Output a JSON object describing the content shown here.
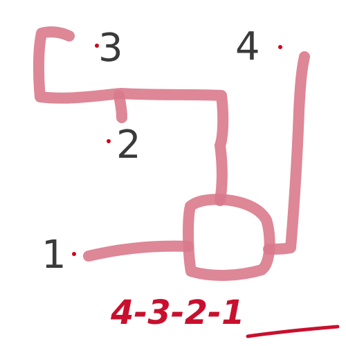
{
  "puzzle": {
    "nodes": [
      {
        "id": "node-1",
        "label": "1"
      },
      {
        "id": "node-2",
        "label": "2"
      },
      {
        "id": "node-3",
        "label": "3"
      },
      {
        "id": "node-4",
        "label": "4"
      }
    ],
    "answer": "4-3-2-1",
    "colors": {
      "path": "#d97a8c",
      "dot": "#d0021b",
      "label": "#3a3a3a",
      "answer": "#c8102e",
      "background": "#ffffff"
    }
  }
}
